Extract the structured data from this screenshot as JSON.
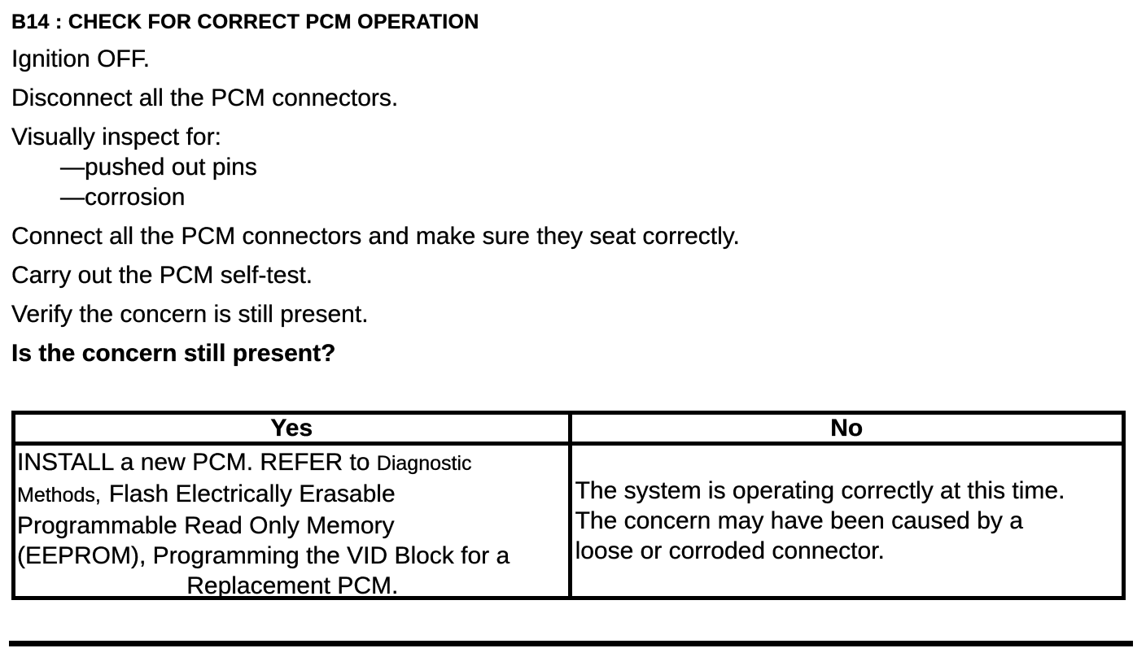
{
  "page": {
    "title": "B14 : CHECK FOR CORRECT PCM OPERATION"
  },
  "procedure": {
    "steps": [
      {
        "text": "Ignition OFF."
      },
      {
        "text": "Disconnect all the PCM connectors."
      },
      {
        "text": "Visually inspect for:"
      },
      {
        "text": "—pushed out pins",
        "indent": true
      },
      {
        "text": "—corrosion",
        "indent": true
      },
      {
        "text": "Connect all the PCM connectors and make sure they seat correctly."
      },
      {
        "text": "Carry out the PCM self-test."
      },
      {
        "text": "Verify the concern is still present."
      },
      {
        "text": "Is the concern still present?",
        "bold": true
      }
    ]
  },
  "results_table": {
    "yes_header": "Yes",
    "no_header": "No",
    "yes_cell": {
      "line1_normal": "INSTALL a new PCM. REFER to ",
      "line1_small": "Diagnostic",
      "line2_small": "Methods,",
      "line2_normal": "Flash Electrically Erasable",
      "line3": "Programmable Read Only Memory",
      "line4": "(EEPROM), Programming the VID Block for a",
      "line5_centered": "Replacement PCM."
    },
    "no_cell": {
      "line1": "The system is operating correctly at this time.",
      "line2": "The concern may have been caused by a",
      "line3": "loose or corroded connector."
    }
  }
}
